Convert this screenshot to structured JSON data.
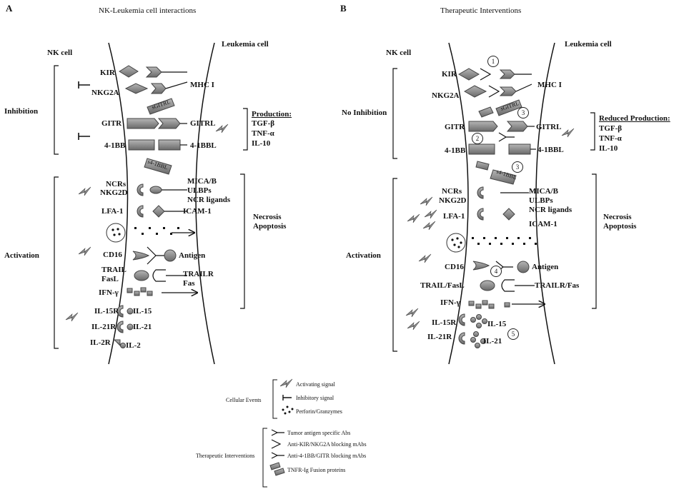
{
  "panel_a": {
    "letter": "A",
    "title": "NK-Leukemia cell interactions",
    "nk_cell": "NK cell",
    "leukemia_cell": "Leukemia cell",
    "inhibition": "Inhibition",
    "activation": "Activation",
    "left": [
      "KIR",
      "NKG2A",
      "GITR",
      "4-1BB",
      "NCRs",
      "NKG2D",
      "LFA-1",
      "CD16",
      "TRAIL",
      "FasL",
      "IFN-γ",
      "IL-15R",
      "IL-21R",
      "IL-2R"
    ],
    "right": [
      "MHC I",
      "GITRL",
      "4-1BBL",
      "MICA/B",
      "ULBPs",
      "NCR ligands",
      "ICAM-1",
      "Antigen",
      "TRAILR",
      "Fas"
    ],
    "soluble": [
      "sGITRL",
      "s4-1BBL"
    ],
    "cytokines": [
      "IL-15",
      "IL-21",
      "IL-2"
    ],
    "production_title": "Production:",
    "production": [
      "TGF-β",
      "TNF-α",
      "IL-10"
    ],
    "outcome": [
      "Necrosis",
      "Apoptosis"
    ]
  },
  "panel_b": {
    "letter": "B",
    "title": "Therapeutic Interventions",
    "nk_cell": "NK cell",
    "leukemia_cell": "Leukemia cell",
    "inhibition": "No Inhibition",
    "activation": "Activation",
    "left": [
      "KIR",
      "NKG2A",
      "GITR",
      "4-1BB",
      "NCRs",
      "NKG2D",
      "LFA-1",
      "CD16",
      "TRAIL/FasL",
      "IFN-γ",
      "IL-15R",
      "IL-21R"
    ],
    "right": [
      "MHC I",
      "GITRL",
      "4-1BBL",
      "MICA/B",
      "ULBPs",
      "NCR ligands",
      "ICAM-1",
      "Antigen",
      "TRAILR/Fas"
    ],
    "soluble": [
      "sGITRL",
      "s4-1BBL"
    ],
    "cytokines": [
      "IL-15",
      "IL-21"
    ],
    "numbers": [
      "1",
      "2",
      "3",
      "3",
      "4",
      "5"
    ],
    "production_title": "Reduced Production:",
    "production": [
      "TGF-β",
      "TNF-α",
      "IL-10"
    ],
    "outcome": [
      "Necrosis",
      "Apoptosis"
    ]
  },
  "legend": {
    "cellular_events_title": "Cellular Events",
    "cellular_events": [
      "Activating signal",
      "Inhibitory signal",
      "Perforin/Granzymes"
    ],
    "therapeutic_title": "Therapeutic Interventions",
    "therapeutic": [
      "Tumor antigen specific Abs",
      "Anti-KIR/NKG2A blocking mAbs",
      "Anti-4-1BB/GITR blocking mAbs",
      "TNFR-Ig Fusion proteins"
    ]
  },
  "colors": {
    "shape_fill": "#8a8a8a",
    "shape_dark": "#5c5c5c",
    "line": "#111111",
    "background": "#ffffff"
  }
}
